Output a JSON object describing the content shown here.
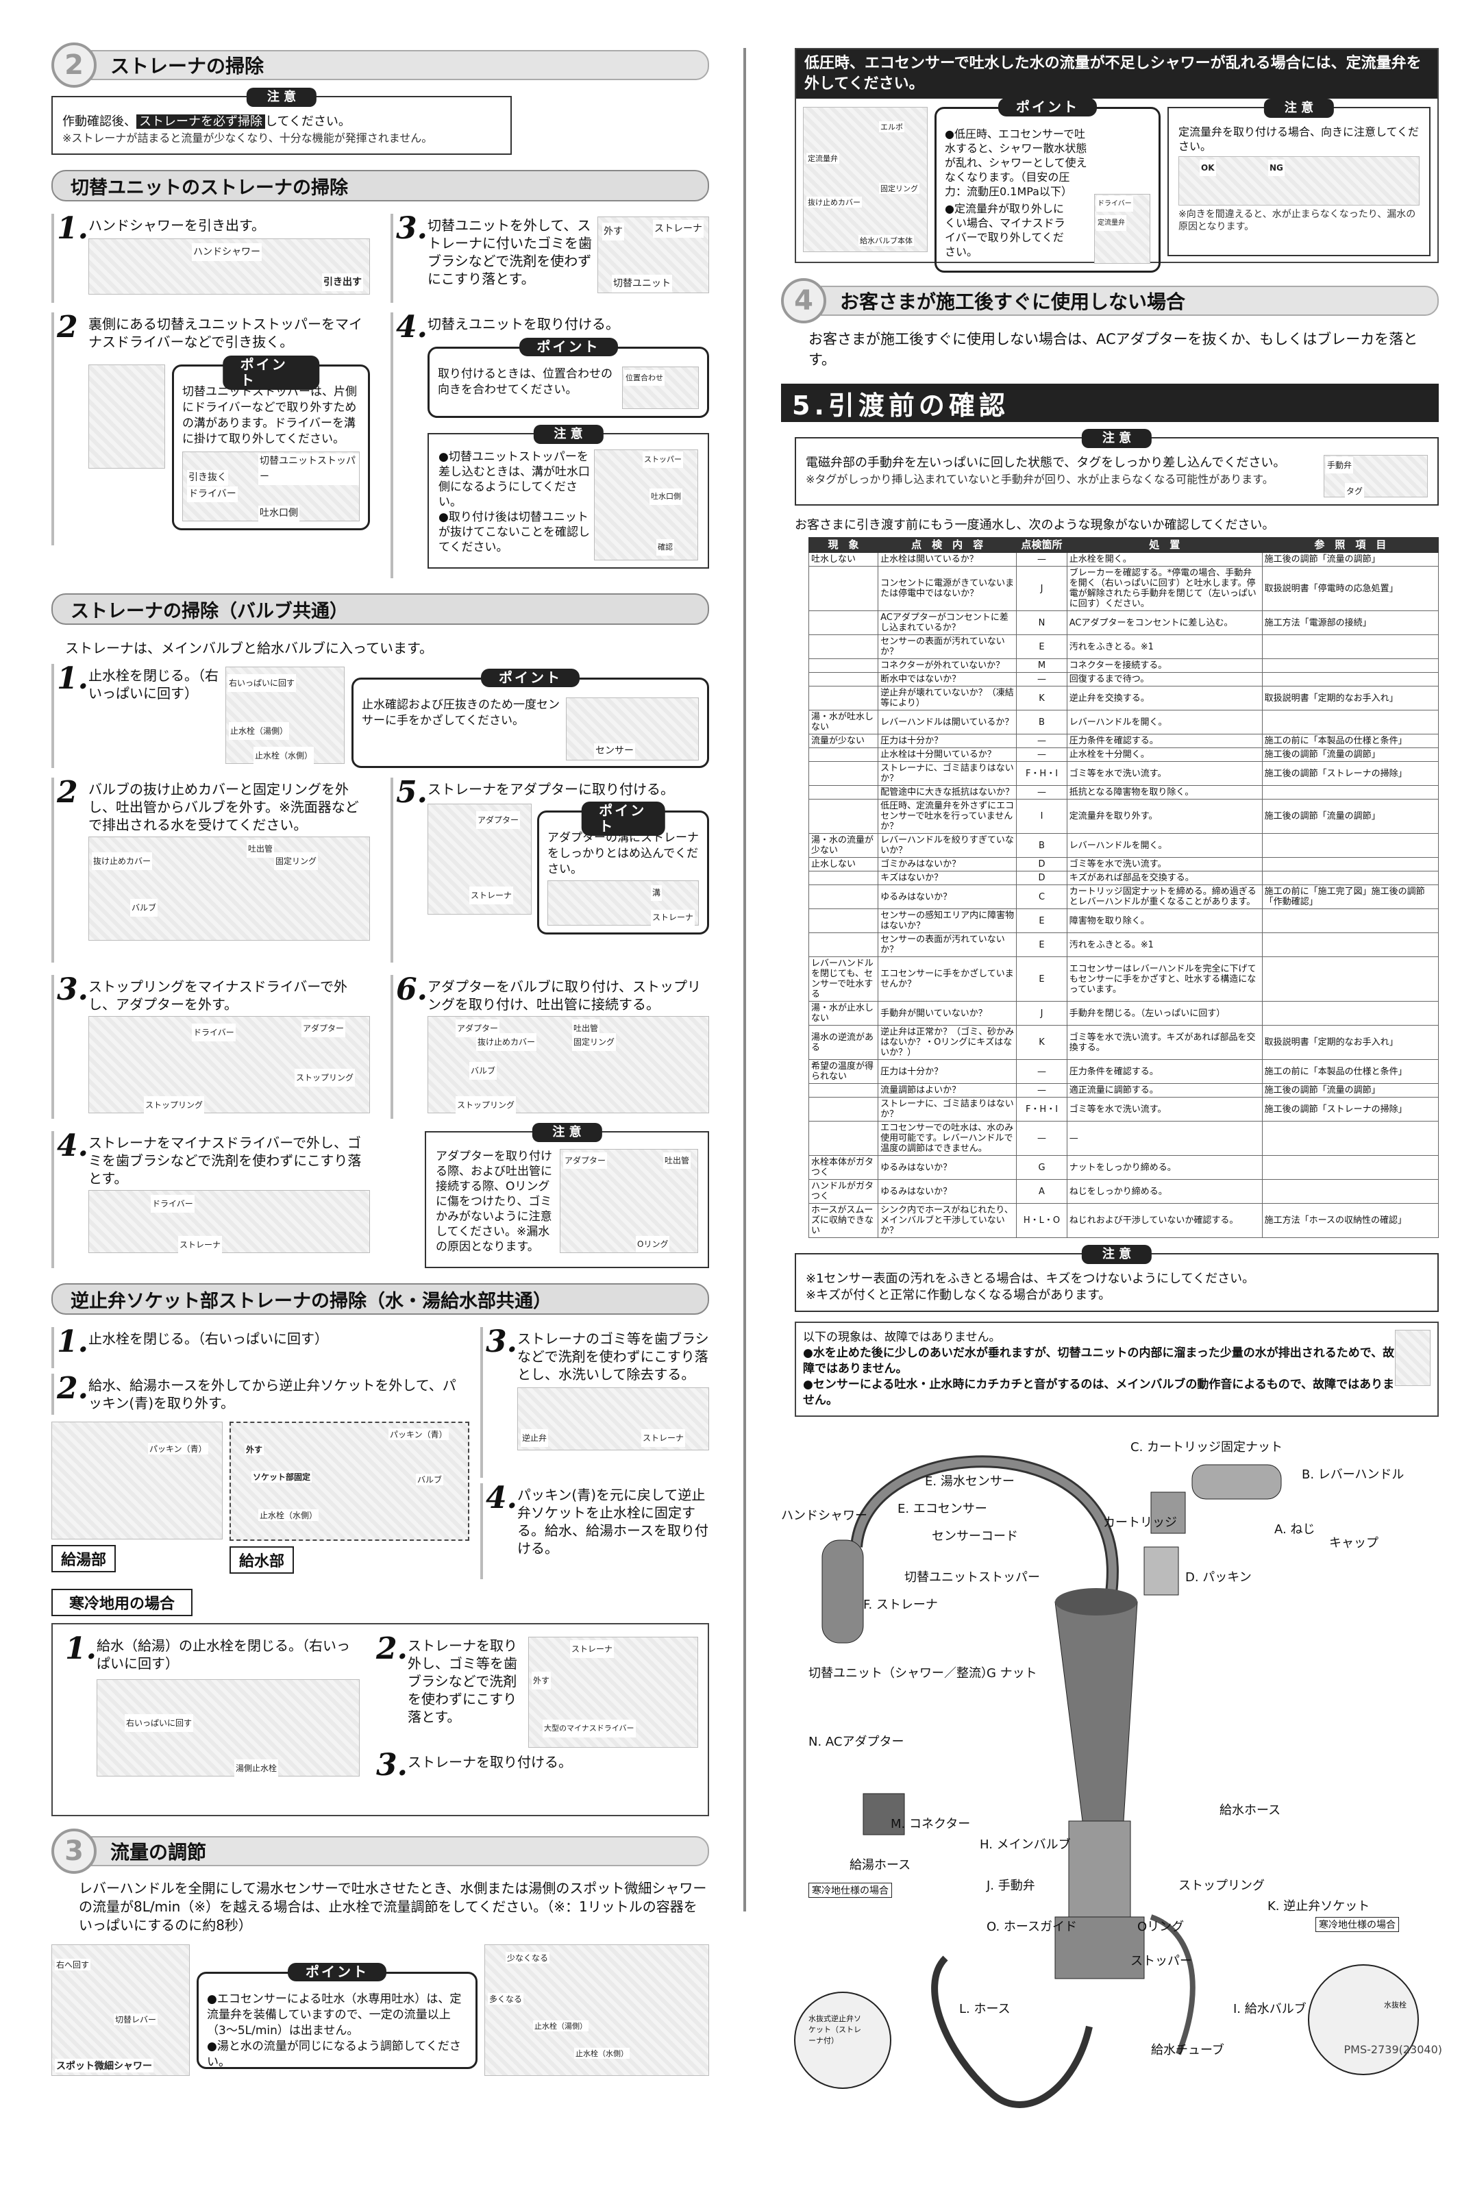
{
  "left": {
    "sec2": {
      "num": "2",
      "title": "ストレーナの掃除"
    },
    "caution1": {
      "tag": "注 意",
      "line1_pre": "作動確認後、",
      "line1_hl": "ストレーナを必ず掃除",
      "line1_post": "してください。",
      "line2": "※ストレーナが詰まると流量が少なくなり、十分な機能が発揮されません。"
    },
    "sub1": {
      "title": "切替ユニットのストレーナの掃除",
      "s1": {
        "n": "1.",
        "t": "ハンドシャワーを引き出す。",
        "l1": "ハンドシャワー",
        "l2": "引き出す"
      },
      "s2": {
        "n": "2",
        "t": "裏側にある切替えユニットストッパーをマイナスドライバーなどで引き抜く。"
      },
      "s2pt": {
        "tag": "ポイント",
        "t": "切替ユニットストッパーは、片側にドライバーなどで取り外すための溝があります。ドライバーを溝に掛けて取り外してください。",
        "l1": "切替ユニットストッパー",
        "l2": "引き抜く",
        "l3": "ドライバー",
        "l4": "吐水口側"
      },
      "s3": {
        "n": "3.",
        "t": "切替ユニットを外して、ストレーナに付いたゴミを歯ブラシなどで洗剤を使わずにこすり落とす。",
        "l1": "外す",
        "l2": "ストレーナ",
        "l3": "切替ユニット"
      },
      "s4": {
        "n": "4.",
        "t": "切替えユニットを取り付ける。"
      },
      "s4pt": {
        "tag": "ポイント",
        "t": "取り付けるときは、位置合わせの向きを合わせてください。",
        "l1": "位置合わせ"
      },
      "s4ca": {
        "tag": "注 意",
        "b1": "●切替ユニットストッパーを差し込むときは、溝が吐水口側になるようにしてください。",
        "b2": "●取り付け後は切替ユニットが抜けてこないことを確認してください。",
        "l1": "ストッパー",
        "l2": "吐水口側",
        "l3": "確認"
      }
    },
    "sub2": {
      "title": "ストレーナの掃除（バルブ共通）",
      "intro": "ストレーナは、メインバルブと給水バルブに入っています。",
      "s1": {
        "n": "1.",
        "t": "止水栓を閉じる。（右いっぱいに回す）",
        "l1": "右いっぱいに回す",
        "l2": "止水栓（湯側）",
        "l3": "止水栓（水側）"
      },
      "s1pt": {
        "tag": "ポイント",
        "t": "止水確認および圧抜きのため一度センサーに手をかざしてください。",
        "l1": "センサー"
      },
      "s2": {
        "n": "2",
        "t": "バルブの抜け止めカバーと固定リングを外し、吐出管からバルブを外す。※洗面器などで排出される水を受けてください。",
        "l1": "吐出管",
        "l2": "抜け止めカバー",
        "l3": "固定リング",
        "l4": "バルブ"
      },
      "s3": {
        "n": "3.",
        "t": "ストップリングをマイナスドライバーで外し、アダプターを外す。",
        "l1": "ドライバー",
        "l2": "アダプター",
        "l3": "ストップリング",
        "l4": "ストップリング"
      },
      "s4": {
        "n": "4.",
        "t": "ストレーナをマイナスドライバーで外し、ゴミを歯ブラシなどで洗剤を使わずにこすり落とす。",
        "l1": "ドライバー",
        "l2": "ストレーナ"
      },
      "s5": {
        "n": "5.",
        "t": "ストレーナをアダプターに取り付ける。",
        "l1": "アダプター",
        "l2": "ストレーナ"
      },
      "s5pt": {
        "tag": "ポイント",
        "t": "アダプターの溝にストレーナをしっかりとはめ込んでください。",
        "l1": "溝",
        "l2": "ストレーナ"
      },
      "s6": {
        "n": "6.",
        "t": "アダプターをバルブに取り付け、ストップリングを取り付け、吐出管に接続する。",
        "l1": "アダプター",
        "l2": "抜け止めカバー",
        "l3": "吐出管",
        "l4": "固定リング",
        "l5": "バルブ",
        "l6": "ストップリング"
      },
      "s6ca": {
        "tag": "注 意",
        "t": "アダプターを取り付ける際、および吐出管に接続する際、Oリングに傷をつけたり、ゴミかみがないように注意してください。※漏水の原因となります。",
        "l1": "アダプター",
        "l2": "吐出管",
        "l3": "Oリング"
      }
    },
    "sub3": {
      "title": "逆止弁ソケット部ストレーナの掃除（水・湯給水部共通）",
      "s1": {
        "n": "1.",
        "t": "止水栓を閉じる。（右いっぱいに回す）"
      },
      "s2": {
        "n": "2.",
        "t": "給水、給湯ホースを外してから逆止弁ソケットを外して、パッキン(青)を取り外す。",
        "l1": "パッキン（青）",
        "l2": "外す",
        "l3": "パッキン（青）",
        "l4": "ソケット部固定",
        "l5": "バルブ",
        "l6": "止水栓（水側）"
      },
      "s3": {
        "n": "3.",
        "t": "ストレーナのゴミ等を歯ブラシなどで洗剤を使わずにこすり落とし、水洗いして除去する。",
        "l1": "逆止弁",
        "l2": "ストレーナ"
      },
      "s4": {
        "n": "4.",
        "t": "パッキン(青)を元に戻して逆止弁ソケットを止水栓に固定する。給水、給湯ホースを取り付ける。"
      },
      "lab_hot": "給湯部",
      "lab_cold": "給水部",
      "cold_title": "寒冷地用の場合",
      "c1": {
        "n": "1.",
        "t": "給水（給湯）の止水栓を閉じる。（右いっぱいに回す）",
        "l1": "右いっぱいに回す",
        "l2": "湯側止水栓"
      },
      "c2": {
        "n": "2.",
        "t": "ストレーナを取り外し、ゴミ等を歯ブラシなどで洗剤を使わずにこすり落とす。",
        "l1": "ストレーナ",
        "l2": "外す",
        "l3": "大型のマイナスドライバー"
      },
      "c3": {
        "n": "3.",
        "t": "ストレーナを取り付ける。"
      }
    },
    "sec3": {
      "num": "3",
      "title": "流量の調節",
      "intro": "レバーハンドルを全開にして湯水センサーで吐水させたとき、水側または湯側のスポット微細シャワーの流量が8L/min（※）を越える場合は、止水栓で流量調節をしてください。（※：1リットルの容器をいっぱいにするのに約8秒）",
      "l1": "右へ回す",
      "l2": "切替レバー",
      "l3": "スポット微細シャワー",
      "l4": "少なくなる",
      "l5": "多くなる",
      "l6": "止水栓（湯側）",
      "l7": "止水栓（水側）",
      "pt": {
        "tag": "ポイント",
        "b1": "●エコセンサーによる吐水（水専用吐水）は、定流量弁を装備していますので、一定の流量以上（3～5L/min）は出ません。",
        "b2": "●湯と水の流量が同じになるよう調節してください。"
      }
    }
  },
  "right": {
    "top_title": "低圧時、エコセンサーで吐水した水の流量が不足しシャワーが乱れる場合には、定流量弁を外してください。",
    "top_pt": {
      "tag": "ポイント",
      "b1": "●低圧時、エコセンサーで吐水すると、シャワー散水状態が乱れ、シャワーとして使えなくなります。（目安の圧力：流動圧0.1MPa以下）",
      "b2": "●定流量弁が取り外しにくい場合、マイナスドライバーで取り外してください。",
      "l1": "エルボ",
      "l2": "定流量弁",
      "l3": "固定リング",
      "l4": "抜け止めカバー",
      "l5": "給水バルブ本体",
      "l6": "ドライバー",
      "l7": "定流量弁"
    },
    "top_ca": {
      "tag": "注 意",
      "t": "定流量弁を取り付ける場合、向きに注意してください。",
      "t2": "※向きを間違えると、水が止まらなくなったり、漏水の原因となります。",
      "l1": "OK",
      "l2": "NG"
    },
    "sec4": {
      "num": "4",
      "title": "お客さまが施工後すぐに使用しない場合",
      "body": "お客さまが施工後すぐに使用しない場合は、ACアダプターを抜くか、もしくはブレーカを落とす。"
    },
    "sec5": {
      "title": "5.引渡前の確認"
    },
    "ca5": {
      "tag": "注 意",
      "t": "電磁弁部の手動弁を左いっぱいに回した状態で、タグをしっかり差し込んでください。",
      "t2": "※タグがしっかり挿し込まれていないと手動弁が回り、水が止まらなくなる可能性があります。",
      "l1": "手動弁",
      "l2": "タグ"
    },
    "table_intro": "お客さまに引き渡す前にもう一度通水し、次のような現象がないか確認してください。",
    "table_head": [
      "現　象",
      "点　検　内　容",
      "点検箇所",
      "処　置",
      "参　照　項　目"
    ],
    "table_rows": [
      [
        "吐水しない",
        "止水栓は開いているか？",
        "—",
        "止水栓を開く。",
        "施工後の調節「流量の調節」"
      ],
      [
        "",
        "コンセントに電源がきていないまたは停電中ではないか？",
        "J",
        "ブレーカーを確認する。*停電の場合、手動弁を開く（右いっぱいに回す）と吐水します。停電が解除されたら手動弁を閉じて（左いっぱいに回す）ください。",
        "取扱説明書「停電時の応急処置」"
      ],
      [
        "",
        "ACアダプターがコンセントに差し込まれているか？",
        "N",
        "ACアダプターをコンセントに差し込む。",
        "施工方法「電源部の接続」"
      ],
      [
        "",
        "センサーの表面が汚れていないか？",
        "E",
        "汚れをふきとる。※1",
        ""
      ],
      [
        "",
        "コネクターが外れていないか？",
        "M",
        "コネクターを接続する。",
        ""
      ],
      [
        "",
        "断水中ではないか？",
        "—",
        "回復するまで待つ。",
        ""
      ],
      [
        "",
        "逆止弁が壊れていないか？（凍結等により）",
        "K",
        "逆止弁を交換する。",
        "取扱説明書「定期的なお手入れ」"
      ],
      [
        "湯・水が吐水しない",
        "レバーハンドルは開いているか？",
        "B",
        "レバーハンドルを開く。",
        ""
      ],
      [
        "流量が少ない",
        "圧力は十分か？",
        "—",
        "圧力条件を確認する。",
        "施工の前に「本製品の仕様と条件」"
      ],
      [
        "",
        "止水栓は十分開いているか？",
        "—",
        "止水栓を十分開く。",
        "施工後の調節「流量の調節」"
      ],
      [
        "",
        "ストレーナに、ゴミ詰まりはないか？",
        "F・H・I",
        "ゴミ等を水で洗い流す。",
        "施工後の調節「ストレーナの掃除」"
      ],
      [
        "",
        "配管途中に大きな抵抗はないか？",
        "—",
        "抵抗となる障害物を取り除く。",
        ""
      ],
      [
        "",
        "低圧時、定流量弁を外さずにエコセンサーで吐水を行っていませんか？",
        "I",
        "定流量弁を取り外す。",
        "施工後の調節「流量の調節」"
      ],
      [
        "湯・水の流量が少ない",
        "レバーハンドルを絞りすぎていないか？",
        "B",
        "レバーハンドルを開く。",
        ""
      ],
      [
        "止水しない",
        "ゴミかみはないか？",
        "D",
        "ゴミ等を水で洗い流す。",
        ""
      ],
      [
        "",
        "キズはないか？",
        "D",
        "キズがあれば部品を交換する。",
        ""
      ],
      [
        "",
        "ゆるみはないか？",
        "C",
        "カートリッジ固定ナットを締める。締め過ぎるとレバーハンドルが重くなることがあります。",
        "施工の前に「施工完了図」施工後の調節「作動確認」"
      ],
      [
        "",
        "センサーの感知エリア内に障害物はないか？",
        "E",
        "障害物を取り除く。",
        ""
      ],
      [
        "",
        "センサーの表面が汚れていないか？",
        "E",
        "汚れをふきとる。※1",
        ""
      ],
      [
        "レバーハンドルを閉じても、センサーで吐水する",
        "エコセンサーに手をかざしていませんか？",
        "E",
        "エコセンサーはレバーハンドルを完全に下げてもセンサーに手をかざすと、吐水する構造になっています。",
        ""
      ],
      [
        "湯・水が止水しない",
        "手動弁が開いていないか？",
        "J",
        "手動弁を閉じる。（左いっぱいに回す）",
        ""
      ],
      [
        "湯水の逆流がある",
        "逆止弁は正常か？（ゴミ、砂かみはないか？・Oリングにキズはないか？）",
        "K",
        "ゴミ等を水で洗い流す。キズがあれば部品を交換する。",
        "取扱説明書「定期的なお手入れ」"
      ],
      [
        "希望の温度が得られない",
        "圧力は十分か？",
        "—",
        "圧力条件を確認する。",
        "施工の前に「本製品の仕様と条件」"
      ],
      [
        "",
        "流量調節はよいか？",
        "—",
        "適正流量に調節する。",
        "施工後の調節「流量の調節」"
      ],
      [
        "",
        "ストレーナに、ゴミ詰まりはないか？",
        "F・H・I",
        "ゴミ等を水で洗い流す。",
        "施工後の調節「ストレーナの掃除」"
      ],
      [
        "",
        "エコセンサーでの吐水は、水のみ使用可能です。レバーハンドルで温度の調節はできません。",
        "—",
        "—",
        ""
      ],
      [
        "水栓本体がガタつく",
        "ゆるみはないか？",
        "G",
        "ナットをしっかり締める。",
        ""
      ],
      [
        "ハンドルがガタつく",
        "ゆるみはないか？",
        "A",
        "ねじをしっかり締める。",
        ""
      ],
      [
        "ホースがスムーズに収納できない",
        "シンク内でホースがねじれたり、メインバルブと干渉していないか？",
        "H・L・O",
        "ねじれおよび干渉していないか確認する。",
        "施工方法「ホースの収納性の確認」"
      ]
    ],
    "ca6": {
      "tag": "注 意",
      "t1": "※1センサー表面の汚れをふきとる場合は、キズをつけないようにしてください。",
      "t2": "※キズが付くと正常に作動しなくなる場合があります。"
    },
    "notfault": {
      "t": "以下の現象は、故障ではありません。",
      "b1": "●水を止めた後に少しのあいだ水が垂れますが、切替ユニットの内部に溜まった少量の水が排出されるためで、故障ではありません。",
      "b2": "●センサーによる吐水・止水時にカチカチと音がするのは、メインバルブの動作音によるもので、故障ではありません。"
    },
    "parts": {
      "c": "C. カートリッジ固定ナット",
      "b": "B. レバーハンドル",
      "e1": "E. 湯水センサー",
      "e2": "E. エコセンサー",
      "hand": "ハンドシャワー",
      "cart": "カートリッジ",
      "a": "A. ねじ",
      "cap": "キャップ",
      "sensor": "センサーコード",
      "d": "D. パッキン",
      "stopper": "切替ユニットストッパー",
      "f": "F. ストレーナ",
      "switch": "切替ユニット（シャワー／整流）",
      "g": "G ナット",
      "n": "N. ACアダプター",
      "m": "M. コネクター",
      "h": "H. メインバルブ",
      "hose_in": "給水ホース",
      "hose_hot": "給湯ホース",
      "stopring": "ストップリング",
      "j": "J. 手動弁",
      "k": "K. 逆止弁ソケット",
      "o": "O. ホースガイド",
      "oring": "Oリング",
      "stopper2": "ストッパー",
      "l": "L. ホース",
      "i": "I. 給水バルブ",
      "tube": "給水チューブ",
      "cold1": "寒冷地仕様の場合",
      "cold2": "寒冷地仕様の場合",
      "cold_l1": "水抜式逆止弁ソケット（ストレーナ付）",
      "cold_l2": "水抜栓"
    },
    "code": "PMS-2739(23040)"
  }
}
